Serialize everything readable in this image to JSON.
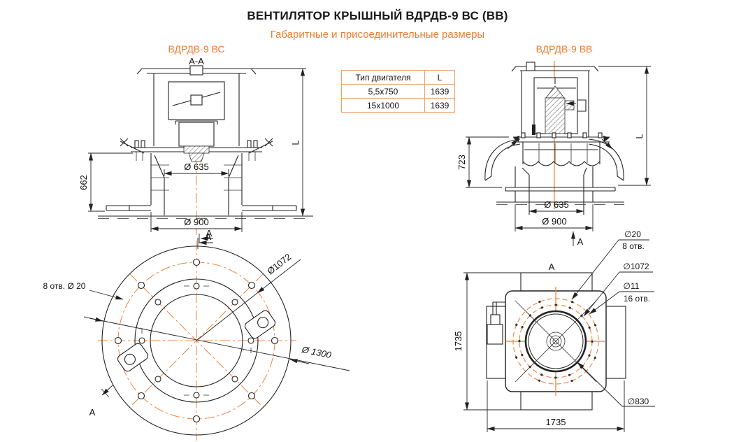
{
  "title": "ВЕНТИЛЯТОР КРЫШНЫЙ  ВДРДВ-9  ВС (ВВ)",
  "subtitle": "Габаритные и присоединительные размеры",
  "table": {
    "headers": [
      "Тип двигателя",
      "L"
    ],
    "rows": [
      [
        "5,5x750",
        "1639"
      ],
      [
        "15x1000",
        "1639"
      ]
    ]
  },
  "views": {
    "vs": {
      "label": "ВДРДВ-9 ВС",
      "section": "А-А",
      "dim_height": "662",
      "dim_inner": "Ø 635",
      "dim_outer": "Ø 900",
      "dim_total": "L",
      "section_mark": "А"
    },
    "vv": {
      "label": "ВДРДВ-9 ВВ",
      "dim_height": "723",
      "dim_inner": "Ø 635",
      "dim_outer": "Ø 900",
      "dim_total": "L",
      "section_mark": "А"
    },
    "flange": {
      "holes": "8 отв. Ø 20",
      "bolt_circle": "Ø1072",
      "outer": "Ø 1300",
      "section_mark_top": "А",
      "section_mark_bottom": "А"
    },
    "plate": {
      "hole1_d": "∅20",
      "hole1_n": "8 отв.",
      "bolt_circle": "∅1072",
      "hole2_d": "∅11",
      "hole2_n": "16 отв.",
      "opening": "∅830",
      "width": "1735",
      "height": "1735",
      "section_mark": "А"
    }
  },
  "colors": {
    "accent": "#ED7D31",
    "line": "#222222",
    "centerline": "#F08A4C"
  }
}
